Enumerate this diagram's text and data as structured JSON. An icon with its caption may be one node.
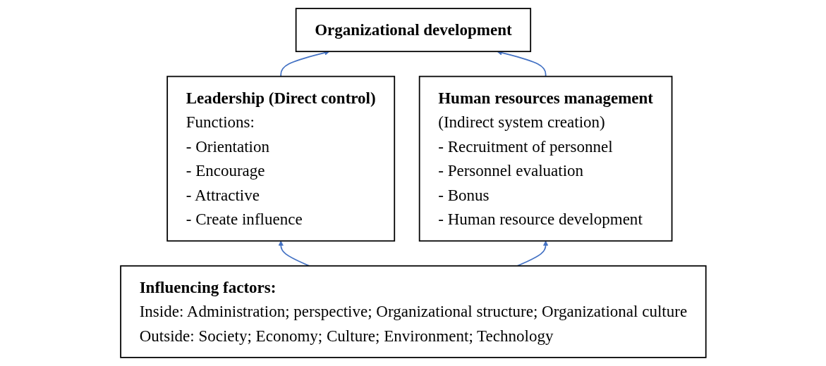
{
  "diagram": {
    "nodes": [
      {
        "text": [
          "Organizational development"
        ]
      },
      {
        "text": [
          "Leadership (Direct control)",
          "Functions:",
          "- Orientation",
          "- Encourage",
          "- Attractive",
          "- Create influence"
        ]
      },
      {
        "text": [
          "Human resources management",
          "(Indirect system creation)",
          "- Recruitment of personnel",
          "- Personnel evaluation",
          "- Bonus",
          "- Human resource development"
        ]
      },
      {
        "text": [
          "Influencing factors:",
          "Inside: Administration; perspective; Organizational structure; Organizational culture",
          "Outside: Society; Economy; Culture; Environment; Technology"
        ]
      }
    ],
    "edges": [
      {
        "from": 1,
        "to": 0,
        "arrow": "to"
      },
      {
        "from": 2,
        "to": 0,
        "arrow": "to"
      },
      {
        "from": 3,
        "to": 1,
        "arrow": "to"
      },
      {
        "from": 3,
        "to": 2,
        "arrow": "to"
      }
    ]
  }
}
